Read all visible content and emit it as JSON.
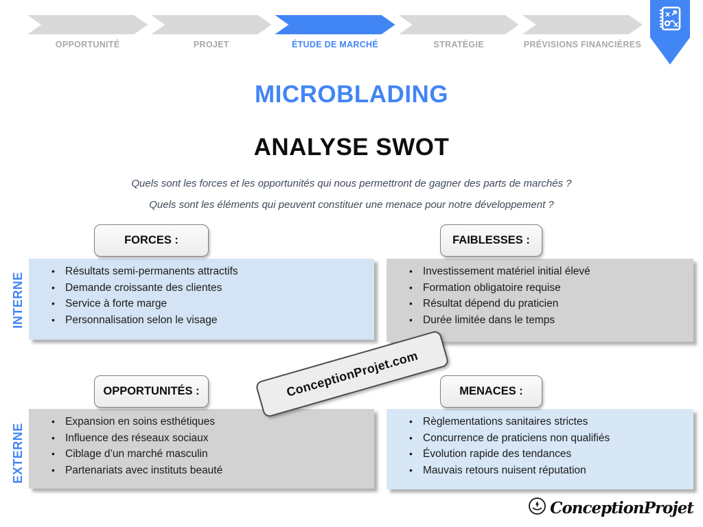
{
  "stepper": {
    "steps": [
      {
        "label": "OPPORTUNITÉ",
        "active": false
      },
      {
        "label": "PROJET",
        "active": false
      },
      {
        "label": "ÉTUDE DE MARCHÉ",
        "active": true
      },
      {
        "label": "STRATÉGIE",
        "active": false
      },
      {
        "label": "PRÉVISIONS FINANCIÈRES",
        "active": false
      }
    ]
  },
  "titles": {
    "main": "MICROBLADING",
    "subtitle": "ANALYSE SWOT",
    "question1": "Quels sont les forces et les opportunités qui nous permettront de gagner des parts de marchés ?",
    "question2": "Quels sont les éléments qui peuvent constituer une menace pour notre développement ?"
  },
  "axis_labels": {
    "internal": "INTERNE",
    "external": "EXTERNE"
  },
  "quadrants": {
    "forces": {
      "title": "FORCES :",
      "items": [
        "Résultats semi-permanents attractifs",
        "Demande croissante des clientes",
        "Service à forte marge",
        "Personnalisation selon le visage"
      ]
    },
    "faiblesses": {
      "title": "FAIBLESSES :",
      "items": [
        "Investissement matériel initial élevé",
        "Formation obligatoire requise",
        "Résultat dépend du praticien",
        "Durée limitée dans le temps"
      ]
    },
    "opportunites": {
      "title": "OPPORTUNITÉS :",
      "items": [
        "Expansion en soins esthétiques",
        "Influence des réseaux sociaux",
        "Ciblage d’un marché masculin",
        "Partenariats avec instituts beauté"
      ]
    },
    "menaces": {
      "title": "MENACES :",
      "items": [
        "Règlementations sanitaires strictes",
        "Concurrence de praticiens non qualifiés",
        "Évolution rapide des tendances",
        "Mauvais retours nuisent réputation"
      ]
    }
  },
  "watermark": {
    "text": "ConceptionProjet.com"
  },
  "footer_logo": {
    "text": "ConceptionProjet"
  },
  "colors": {
    "accent_blue": "#4285f4",
    "chevron_gray": "#d9d9d9",
    "inactive_label_gray": "#a8a8a8",
    "box_blue": "#d4e4f4",
    "box_gray": "#d2d2d2"
  }
}
